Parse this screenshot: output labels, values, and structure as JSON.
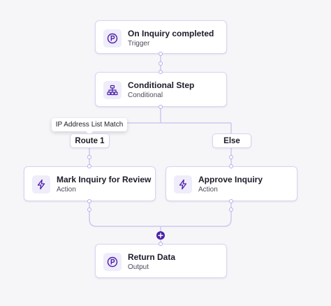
{
  "workflow": {
    "accent_color": "#4a1fa8",
    "border_color": "#d9d3f3",
    "connector_color": "#cfc7ef",
    "nodes": {
      "trigger": {
        "title": "On Inquiry completed",
        "subtitle": "Trigger",
        "icon": "persona-p-icon"
      },
      "conditional": {
        "title": "Conditional Step",
        "subtitle": "Conditional",
        "icon": "hierarchy-icon"
      },
      "mark_review": {
        "title": "Mark Inquiry for Review",
        "subtitle": "Action",
        "icon": "lightning-icon"
      },
      "approve": {
        "title": "Approve Inquiry",
        "subtitle": "Action",
        "icon": "lightning-icon"
      },
      "return_data": {
        "title": "Return Data",
        "subtitle": "Output",
        "icon": "persona-p-icon"
      }
    },
    "routes": {
      "route1": {
        "label": "Route 1",
        "tooltip": "IP Address List Match"
      },
      "else": {
        "label": "Else"
      }
    },
    "add_step": {
      "icon": "plus-icon"
    }
  }
}
